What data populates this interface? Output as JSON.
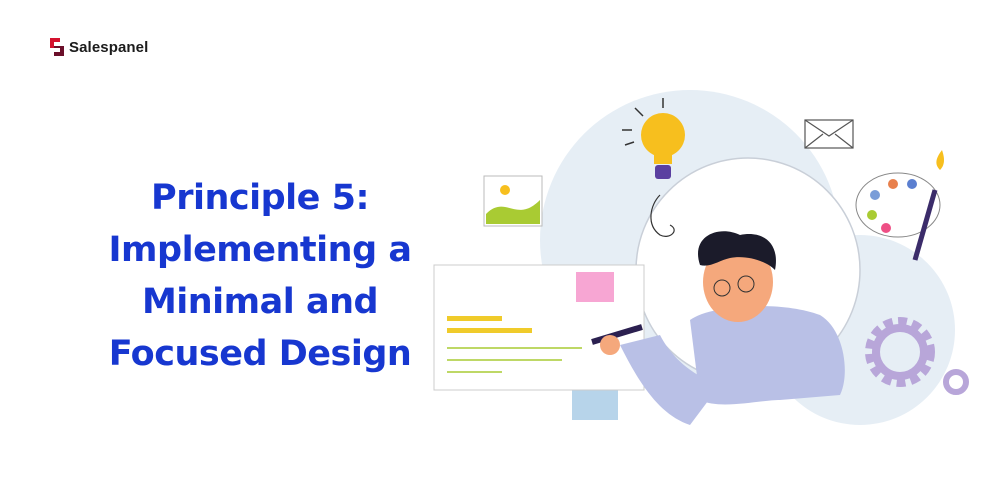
{
  "brand": {
    "name": "Salespanel",
    "color": "#b0112e"
  },
  "heading": {
    "lines": [
      "Principle 5:",
      "Implementing a",
      "Minimal and",
      "Focused Design"
    ],
    "color": "#1737d0"
  },
  "illustration": {
    "icons": [
      "lightbulb-icon",
      "envelope-icon",
      "image-icon",
      "palette-icon",
      "gear-icon",
      "whiteboard",
      "person"
    ]
  }
}
